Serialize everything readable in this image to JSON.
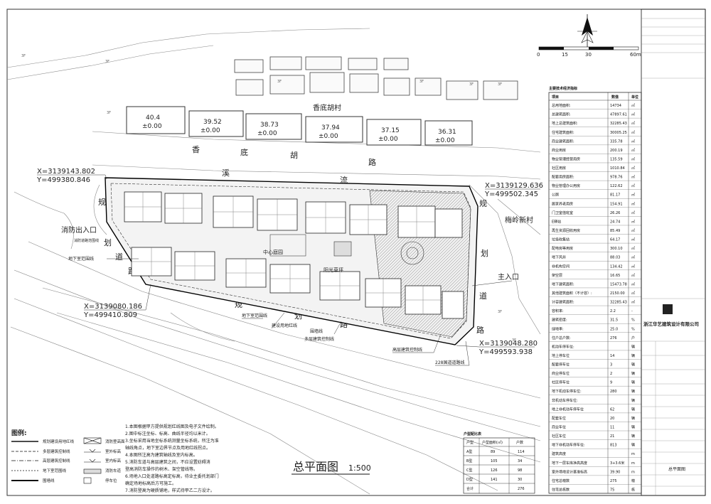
{
  "plan": {
    "title": "总平面图",
    "scale": "1:500",
    "scale_ticks": [
      "0",
      "15",
      "30",
      "60m"
    ],
    "street_top": "香底胡村",
    "road_top": [
      "香",
      "底",
      "胡",
      "路"
    ],
    "stream": [
      "溪",
      "流"
    ],
    "road_left": [
      "规",
      "划",
      "道",
      "路"
    ],
    "road_bottom": [
      "规",
      "划",
      "路"
    ],
    "road_right": [
      "规",
      "划",
      "道",
      "路"
    ],
    "labels": {
      "fire_exit": "消防出入口",
      "main_entrance": "主入口",
      "basement": "地下室范围线",
      "basement2": "地下室范围线",
      "center": "中心庭园",
      "lawn": "阳光草坪",
      "village": "梅岭新村",
      "redline": "建设用地红线",
      "wall": "围墙线",
      "multi_ctrl": "多层建筑控制线",
      "high_ctrl": "高层建筑控制线",
      "road_redline": "228国道道路线",
      "fire_lane": "消防道路范围线"
    },
    "elevations": [
      {
        "h": "40.4",
        "z": "±0.00"
      },
      {
        "h": "39.52",
        "z": "±0.00"
      },
      {
        "h": "38.73",
        "z": "±0.00"
      },
      {
        "h": "37.94",
        "z": "±0.00"
      },
      {
        "h": "37.15",
        "z": "±0.00"
      },
      {
        "h": "36.31",
        "z": "±0.00"
      }
    ],
    "coords": [
      {
        "x": "X=3139143.802",
        "y": "Y=499380.846"
      },
      {
        "x": "X=3139129.636",
        "y": "Y=499502.345"
      },
      {
        "x": "X=3139080.186",
        "y": "Y=499410.809"
      },
      {
        "x": "X=3139048.280",
        "y": "Y=499593.938"
      }
    ],
    "floor_tags": [
      "3F",
      "3F",
      "3F",
      "3F",
      "3F",
      "3F",
      "3F",
      "3F",
      "3F"
    ]
  },
  "legend": {
    "title": "图例:",
    "items": [
      "规划建设用地红线",
      "多层建筑控制线",
      "高层建筑控制线",
      "地下室范围线",
      "围墙线"
    ],
    "items_right": [
      "消防登高面",
      "室外标高",
      "室内标高",
      "消防车道",
      "停车位"
    ]
  },
  "notes": {
    "lines": [
      "1.本图根据甲方提供规划红线图及电子文件绘制。",
      "2.图中标注坐标、标高、曲线半径均以米计。",
      "3.坐标采用当地坐标系统测量坐标系统，所注为准",
      "   轴线角点，地下室边界节点及用地红线拐点。",
      "4.本图所注高为建筑轴线及室内标高。",
      "5.消防车道与高层建筑之间，不应设置妨碍消",
      "   登高消防车操作的树木、架空管线等。",
      "6.场地入口处道路标高定标高，待业主委托划部门",
      "   确定场地标高后方可施工。",
      "7.消防登高为硬质铺地，样式待甲乙二方设计。"
    ]
  },
  "unit_table": {
    "title": "户型配比表",
    "headers": [
      "户型",
      "户型面积(㎡)",
      "户数"
    ],
    "rows": [
      [
        "A型",
        "89",
        "114"
      ],
      [
        "B型",
        "105",
        "34"
      ],
      [
        "C型",
        "126",
        "98"
      ],
      [
        "D型",
        "141",
        "30"
      ],
      [
        "合计",
        "",
        "276"
      ]
    ]
  },
  "econ": {
    "title": "主要技术经济指标",
    "headers": [
      "项目",
      "数值",
      "单位"
    ],
    "rows": [
      [
        "总用地面积:",
        "14734",
        "㎡"
      ],
      [
        "总建筑面积:",
        "47897.61",
        "㎡"
      ],
      [
        "地上总建筑面积:",
        "32285.43",
        "㎡"
      ],
      [
        "住宅建筑面积:",
        "30005.25",
        "㎡"
      ],
      [
        "商业建筑面积:",
        "335.78",
        "㎡"
      ],
      [
        "商业用房",
        "200.19",
        "㎡"
      ],
      [
        "物业管理经营用房",
        "135.59",
        "㎡"
      ],
      [
        "社区用房",
        "1010.84",
        "㎡"
      ],
      [
        "配套用房面积:",
        "978.76",
        "㎡"
      ],
      [
        "物业管理办公用房",
        "122.62",
        "㎡"
      ],
      [
        "公厕",
        "81.17",
        "㎡"
      ],
      [
        "居家养老用房",
        "154.91",
        "㎡"
      ],
      [
        "门卫室值班室",
        "26.26",
        "㎡"
      ],
      [
        "E驿站",
        "24.74",
        "㎡"
      ],
      [
        "再生资源回收用房",
        "85.49",
        "㎡"
      ],
      [
        "垃圾收集站",
        "64.17",
        "㎡"
      ],
      [
        "配电房等用房",
        "300.10",
        "㎡"
      ],
      [
        "地下风井",
        "88.03",
        "㎡"
      ],
      [
        "非机构空间",
        "134.42",
        "㎡"
      ],
      [
        "架空层",
        "16.65",
        "㎡"
      ],
      [
        "地下建筑面积:",
        "15473.78",
        "㎡"
      ],
      [
        "其他建筑面积（不计容）:",
        "2150.00",
        "㎡"
      ],
      [
        "计容建筑面积:",
        "32285.43",
        "㎡"
      ],
      [
        "容积率:",
        "2.2",
        "-"
      ],
      [
        "建筑密度:",
        "31.5",
        "%"
      ],
      [
        "绿地率:",
        "25.0",
        "%"
      ],
      [
        "住户总户数:",
        "276",
        "户"
      ],
      [
        "机动车停车位:",
        "",
        "辆"
      ],
      [
        "地上停车位",
        "14",
        "辆"
      ],
      [
        "配套停车位",
        "3",
        "辆"
      ],
      [
        "商业停车位",
        "2",
        "辆"
      ],
      [
        "社区停车位",
        "9",
        "辆"
      ],
      [
        "地下机动车停车位:",
        "280",
        "辆"
      ],
      [
        "非机动车停车位:",
        "",
        "辆"
      ],
      [
        "地上非机动车停车位",
        "62",
        "辆"
      ],
      [
        "配套车位",
        "20",
        "辆"
      ],
      [
        "商业车位",
        "11",
        "辆"
      ],
      [
        "社区车位",
        "21",
        "辆"
      ],
      [
        "地下非机动车停车位:",
        "813",
        "辆"
      ],
      [
        "建筑高度",
        "",
        "m"
      ],
      [
        "地下一层车库净高高度",
        "3+3.6米",
        "m"
      ],
      [
        "室外场地设计基准标高",
        "39.90",
        "m"
      ],
      [
        "住宅总幢数",
        "275",
        "幢"
      ],
      [
        "住宅总栋数",
        "75",
        "栋"
      ]
    ]
  },
  "titleblock": {
    "company": "浙江华艺建筑设计有限公司",
    "drawing": "总平面图"
  }
}
